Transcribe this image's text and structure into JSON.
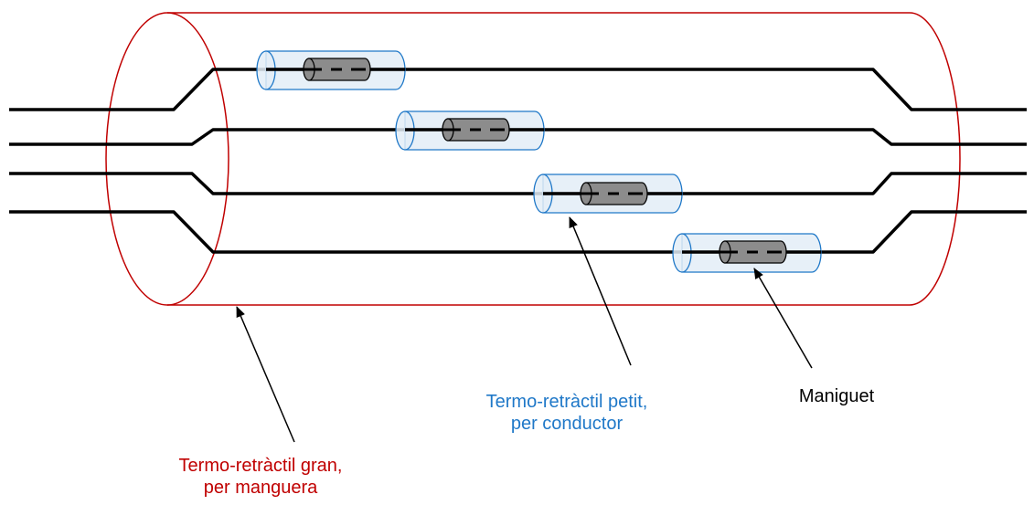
{
  "labels": {
    "big_sleeve": {
      "line1": "Termo-retràctil gran,",
      "line2": "per manguera"
    },
    "small_sleeve": {
      "line1": "Termo-retràctil petit,",
      "line2": "per conductor"
    },
    "splice": {
      "text": "Maniguet"
    }
  },
  "colors": {
    "big_sleeve": "#c00000",
    "small_sleeve": "#1f78c8",
    "small_sleeve_fill": "#e3edf7",
    "splice_fill": "#8c8c8c",
    "wire": "#000000",
    "text_default": "#000000"
  },
  "diagram": {
    "wire_count": 4,
    "small_sleeve_count": 4,
    "splice_count": 4
  }
}
